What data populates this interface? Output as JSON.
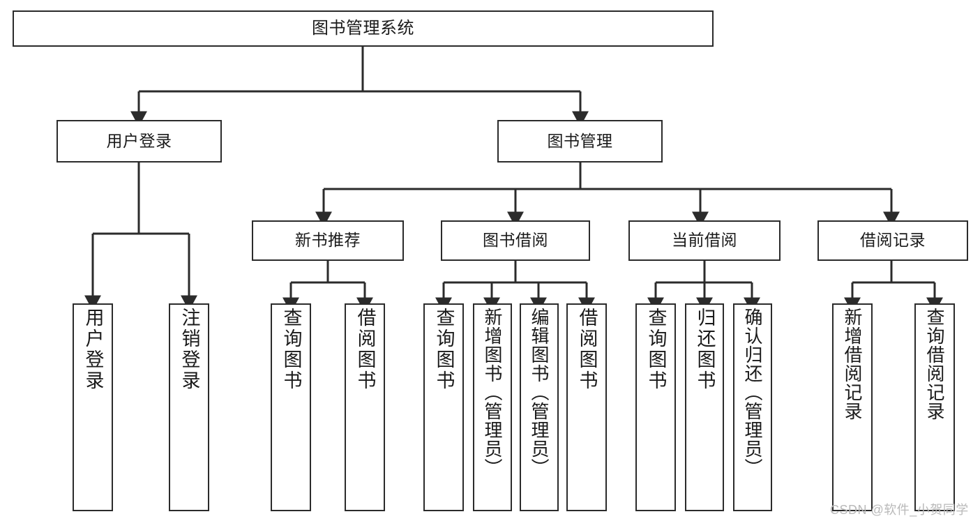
{
  "diagram": {
    "title": "图书管理系统",
    "type": "tree",
    "background": "#ffffff",
    "stroke_color": "#2b2b2b",
    "text_color": "#1a1a1a",
    "watermark": "CSDN @软件_小贺同学",
    "watermark_color": "#b9b9b9"
  },
  "nodes": {
    "root": {
      "label": "图书管理系统",
      "level": 0
    },
    "l1": [
      {
        "id": "user-login",
        "label": "用户登录",
        "level": 1
      },
      {
        "id": "book-mgmt",
        "label": "图书管理",
        "level": 1
      }
    ],
    "l2": [
      {
        "id": "new-book-rec",
        "label": "新书推荐",
        "level": 2,
        "parent": "book-mgmt"
      },
      {
        "id": "book-borrow",
        "label": "图书借阅",
        "level": 2,
        "parent": "book-mgmt"
      },
      {
        "id": "current-borrow",
        "label": "当前借阅",
        "level": 2,
        "parent": "book-mgmt"
      },
      {
        "id": "borrow-record",
        "label": "借阅记录",
        "level": 2,
        "parent": "book-mgmt"
      }
    ],
    "leaves": [
      {
        "id": "leaf-user-login",
        "label": "用户登录",
        "parent": "user-login"
      },
      {
        "id": "leaf-user-logout",
        "label": "注销登录",
        "parent": "user-login"
      },
      {
        "id": "leaf-query-book-1",
        "label": "查询图书",
        "parent": "new-book-rec"
      },
      {
        "id": "leaf-borrow-book-1",
        "label": "借阅图书",
        "parent": "new-book-rec"
      },
      {
        "id": "leaf-query-book-2",
        "label": "查询图书",
        "parent": "book-borrow"
      },
      {
        "id": "leaf-add-book",
        "label": "新增图书（管理员）",
        "parent": "book-borrow"
      },
      {
        "id": "leaf-edit-book",
        "label": "编辑图书（管理员）",
        "parent": "book-borrow"
      },
      {
        "id": "leaf-borrow-book-2",
        "label": "借阅图书",
        "parent": "book-borrow"
      },
      {
        "id": "leaf-query-book-3",
        "label": "查询图书",
        "parent": "current-borrow"
      },
      {
        "id": "leaf-return-book",
        "label": "归还图书",
        "parent": "current-borrow"
      },
      {
        "id": "leaf-confirm-return",
        "label": "确认归还（管理员）",
        "parent": "current-borrow"
      },
      {
        "id": "leaf-add-record",
        "label": "新增借阅记录",
        "parent": "borrow-record"
      },
      {
        "id": "leaf-query-record",
        "label": "查询借阅记录",
        "parent": "borrow-record"
      }
    ]
  }
}
